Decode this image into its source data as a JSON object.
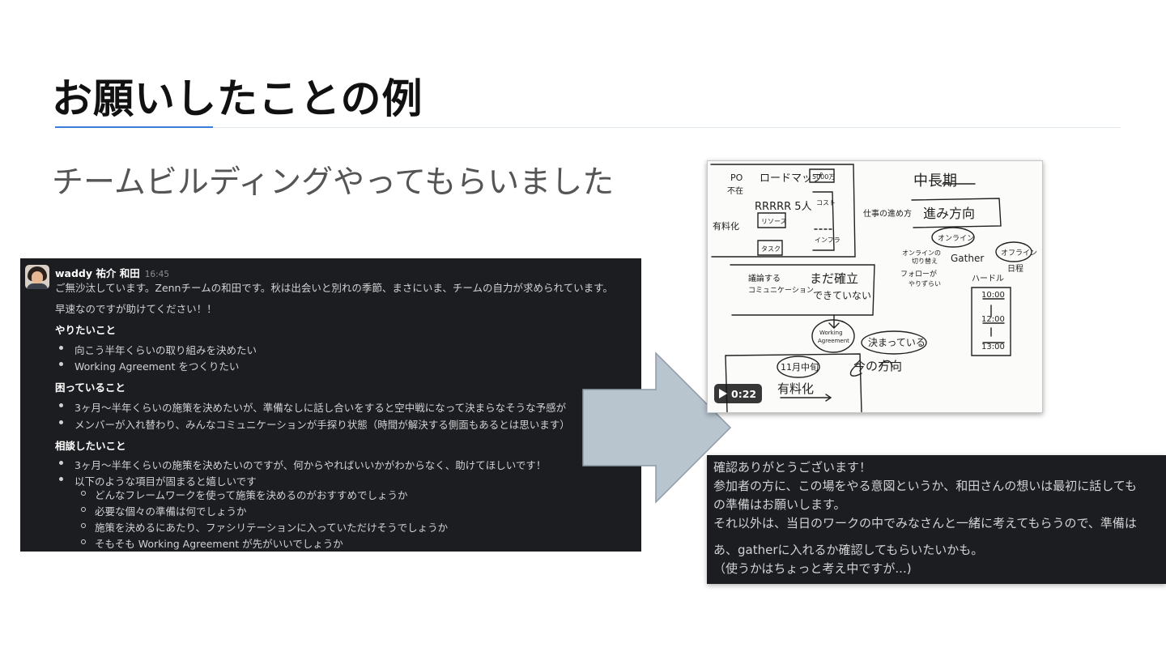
{
  "slide": {
    "title": "お願いしたことの例",
    "subtitle": "チームビルディングやってもらいました",
    "accent_color": "#3d7bd9"
  },
  "slack_message": {
    "author": "waddy 祐介 和田",
    "time": "16:45",
    "lines": [
      "ご無沙汰しています。Zennチームの和田です。秋は出会いと別れの季節、まさにいま、チームの自力が求められています。",
      "早速なのですが助けてください！！"
    ],
    "sections": [
      {
        "heading": "やりたいこと",
        "items": [
          "向こう半年くらいの取り組みを決めたい",
          "Working Agreement をつくりたい"
        ]
      },
      {
        "heading": "困っていること",
        "items": [
          "3ヶ月〜半年くらいの施策を決めたいが、準備なしに話し合いをすると空中戦になって決まらなそうな予感が",
          "メンバーが入れ替わり、みんなコミュニケーションが手探り状態（時間が解決する側面もあるとは思います）"
        ]
      },
      {
        "heading": "相談したいこと",
        "items": [
          "3ヶ月〜半年くらいの施策を決めたいのですが、何からやればいいかがわからなく、助けてほしいです！",
          "以下のような項目が固まると嬉しいです"
        ],
        "subitems": [
          "どんなフレームワークを使って施策を決めるのがおすすめでしょうか",
          "必要な個々の準備は何でしょうか",
          "施策を決めるにあたり、ファシリテーションに入っていただけそうでしょうか",
          "そもそも Working Agreement が先がいいでしょうか"
        ]
      }
    ]
  },
  "video": {
    "duration": "0:22",
    "icon": "play-icon",
    "whiteboard_notes": [
      "PO",
      "不在",
      "ロードマップ",
      "5000万",
      "RRRRR 5人",
      "リソース",
      "コスト",
      "インフラ",
      "有料化",
      "タスク",
      "中長期",
      "仕事の進め方",
      "進み方向",
      "オンライン",
      "オンラインの切り替え",
      "Gather",
      "オフライン",
      "日程",
      "ハードル",
      "フォローが",
      "やりずらい",
      "10:00",
      "12:00",
      "13:00",
      "議論する",
      "コミュニケーション",
      "まだ確立",
      "できていない",
      "Working Agreement",
      "決まっている",
      "今の方向",
      "11月中旬",
      "有料化"
    ]
  },
  "reply": {
    "lines": [
      "確認ありがとうございます！",
      "参加者の方に、この場をやる意図というか、和田さんの想いは最初に話しても",
      "の準備はお願いします。",
      "それ以外は、当日のワークの中でみなさんと一緒に考えてもらうので、準備は",
      "あ、gatherに入れるか確認してもらいたいかも。",
      "（使うかはちょっと考え中ですが...)"
    ]
  }
}
